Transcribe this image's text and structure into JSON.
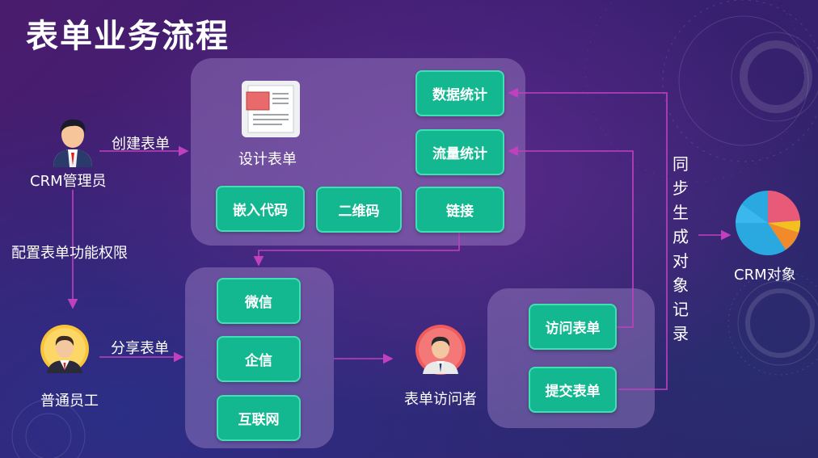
{
  "title": "表单业务流程",
  "actors": {
    "admin": "CRM管理员",
    "employee": "普通员工",
    "visitor": "表单访问者",
    "crm_object": "CRM对象"
  },
  "edges": {
    "create_form": "创建表单",
    "configure_permissions": "配置表单功能权限",
    "share_form": "分享表单",
    "sync_records": "同步生成对象记录"
  },
  "design_panel": {
    "design_form": "设计表单",
    "data_stats": "数据统计",
    "traffic_stats": "流量统计",
    "embed_code": "嵌入代码",
    "qr_code": "二维码",
    "link": "链接"
  },
  "share_panel": {
    "wechat": "微信",
    "wecom": "企信",
    "internet": "互联网"
  },
  "visitor_panel": {
    "visit_form": "访问表单",
    "submit_form": "提交表单"
  },
  "colors": {
    "button": "#14b890",
    "arrow": "#c040c0",
    "panel": "#a082c8"
  }
}
